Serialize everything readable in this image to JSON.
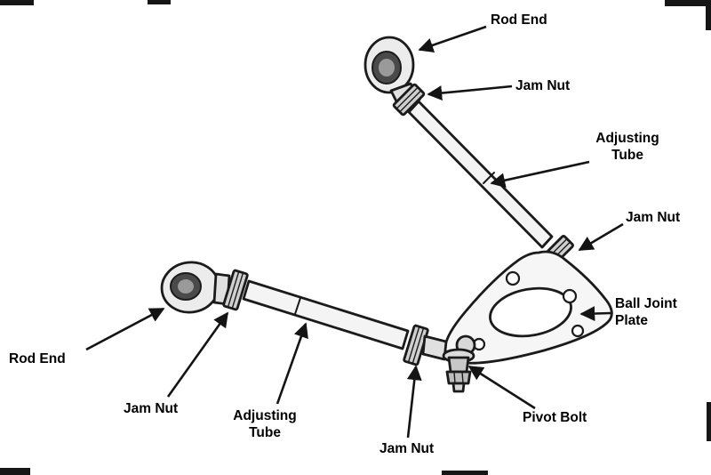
{
  "labels": {
    "rod_end_top": "Rod End",
    "jam_nut_upper": "Jam Nut",
    "adjusting_tube_upper_line1": "Adjusting",
    "adjusting_tube_upper_line2": "Tube",
    "jam_nut_right": "Jam Nut",
    "ball_joint_plate_line1": "Ball Joint",
    "ball_joint_plate_line2": "Plate",
    "pivot_bolt": "Pivot Bolt",
    "jam_nut_lower_center": "Jam Nut",
    "adjusting_tube_lower_line1": "Adjusting",
    "adjusting_tube_lower_line2": "Tube",
    "jam_nut_lower_left": "Jam Nut",
    "rod_end_left": "Rod End"
  },
  "colors": {
    "line": "#1b1b1b",
    "background": "#ffffff",
    "label_text": "#000000",
    "metal_light": "#f4f4f4",
    "metal_mid": "#cfcfcf",
    "bore_dark": "#4a4a4a"
  }
}
